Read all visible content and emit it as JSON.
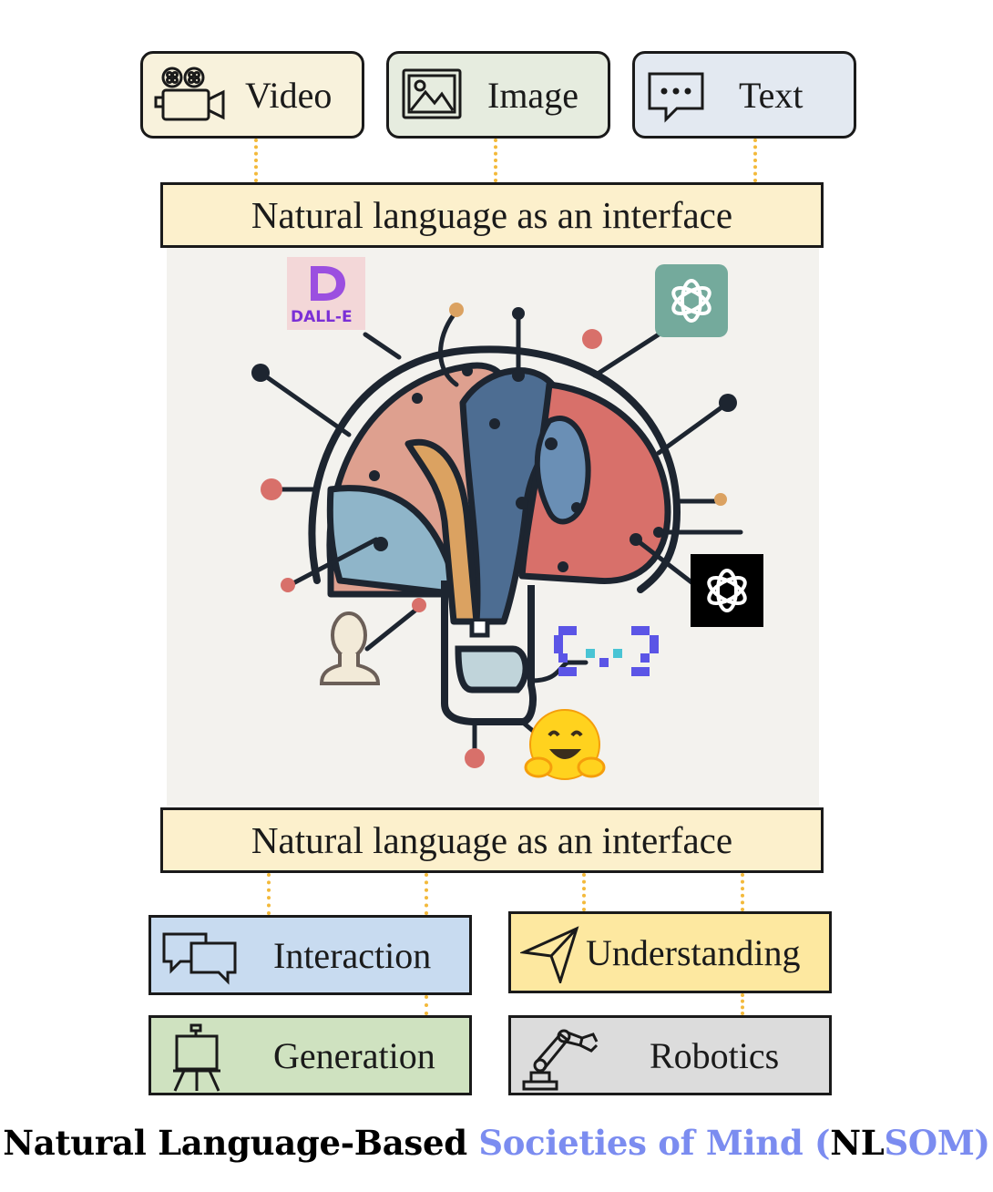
{
  "modalities": [
    {
      "label": "Video",
      "icon": "video-camera-icon",
      "bg": "#f8f2dc"
    },
    {
      "label": "Image",
      "icon": "image-icon",
      "bg": "#e6ecdf"
    },
    {
      "label": "Text",
      "icon": "chat-bubble-icon",
      "bg": "#e3e9f1"
    }
  ],
  "interface_label": "Natural language as an interface",
  "brain": {
    "dalle_logo_text": "DALL-E",
    "dalle_letter": "D"
  },
  "capabilities": [
    {
      "label": "Interaction",
      "icon": "chat-bubbles-icon",
      "bg": "#c8dbf0"
    },
    {
      "label": "Understanding",
      "icon": "paper-plane-icon",
      "bg": "#fde8a0"
    },
    {
      "label": "Generation",
      "icon": "easel-icon",
      "bg": "#cfe2c0"
    },
    {
      "label": "Robotics",
      "icon": "robot-arm-icon",
      "bg": "#dcdcdc"
    }
  ],
  "footer": {
    "part1": "Natural Language-Based ",
    "part2": "Societies of Mind (",
    "part3": "NL",
    "part4": "SOM)"
  },
  "colors": {
    "connector": "#f3b93a",
    "footer_accent": "#7b8cf0",
    "interface_bg": "#fcf0cc"
  }
}
